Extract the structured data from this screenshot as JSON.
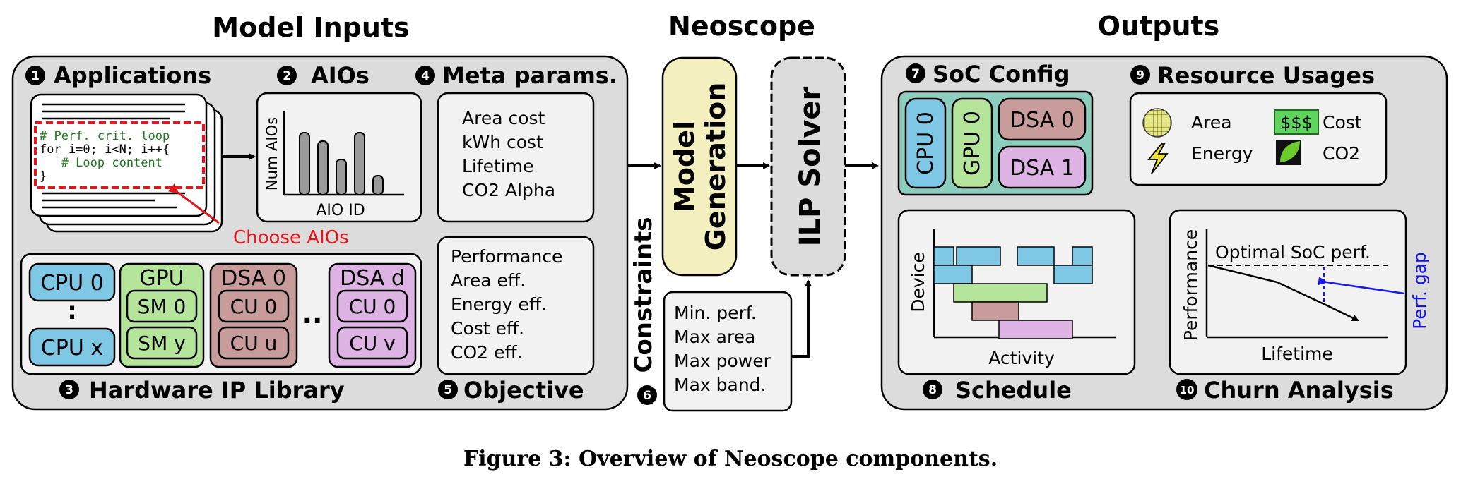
{
  "headings": {
    "inputs": "Model Inputs",
    "neoscope": "Neoscope",
    "outputs": "Outputs"
  },
  "badges": [
    "1",
    "2",
    "3",
    "4",
    "5",
    "6",
    "7",
    "8",
    "9",
    "10"
  ],
  "applications": {
    "label": "Applications",
    "code": [
      "# Perf. crit. loop",
      "for i=0; i<N; i++{",
      "   # Loop content",
      "}"
    ],
    "callout": "Choose AIOs"
  },
  "aios": {
    "label": "AIOs",
    "ylabel": "Num AIOs",
    "xlabel": "AIO ID",
    "bar_values": [
      0.88,
      0.76,
      0.5,
      0.88,
      0.27
    ]
  },
  "meta": {
    "label": "Meta params.",
    "items": [
      "Area cost",
      "kWh cost",
      "Lifetime",
      "CO2 Alpha"
    ]
  },
  "objective": {
    "label": "Objective",
    "items": [
      "Performance",
      "Area eff.",
      "Energy eff.",
      "Cost eff.",
      "CO2 eff."
    ]
  },
  "hw_library": {
    "label": "Hardware IP Library",
    "cpu_top": "CPU 0",
    "cpu_dots": ":",
    "cpu_bottom": "CPU x",
    "gpu": {
      "title": "GPU",
      "units": [
        "SM 0",
        "SM y"
      ]
    },
    "dsa0": {
      "title": "DSA 0",
      "units": [
        "CU 0",
        "CU u"
      ]
    },
    "ellipsis": "..",
    "dsad": {
      "title": "DSA d",
      "units": [
        "CU 0",
        "CU v"
      ]
    }
  },
  "neoscope": {
    "model_gen": [
      "Model",
      "Generation"
    ],
    "ilp": "ILP Solver",
    "constraints_label": "Constraints",
    "constraints": [
      "Min. perf.",
      "Max area",
      "Max power",
      "Max band."
    ]
  },
  "soc": {
    "label": "SoC Config",
    "cpu": "CPU 0",
    "gpu": "GPU 0",
    "dsa0": "DSA 0",
    "dsa1": "DSA 1"
  },
  "resources": {
    "label": "Resource Usages",
    "area": "Area",
    "cost": "Cost",
    "cost_icon": "$$$",
    "energy": "Energy",
    "co2": "CO2"
  },
  "schedule": {
    "label": "Schedule",
    "ylabel": "Device",
    "xlabel": "Activity"
  },
  "churn": {
    "label": "Churn Analysis",
    "ylabel": "Performance",
    "xlabel": "Lifetime",
    "optimal": "Optimal SoC perf.",
    "gap": "Perf. gap"
  },
  "caption": "Figure 3: Overview of Neoscope components.",
  "colors": {
    "panel": "#dcdcdc",
    "box": "#f2f2f2",
    "cpu": "#7ec8e6",
    "gpu": "#b5e59a",
    "dsa0": "#c99c9c",
    "dsad": "#ddb3e3",
    "soc_bg": "#8dcfbf",
    "model_gen": "#f3efbe",
    "red": "#e8141c",
    "blue": "#1a1aee",
    "gap": "#1414dc"
  }
}
